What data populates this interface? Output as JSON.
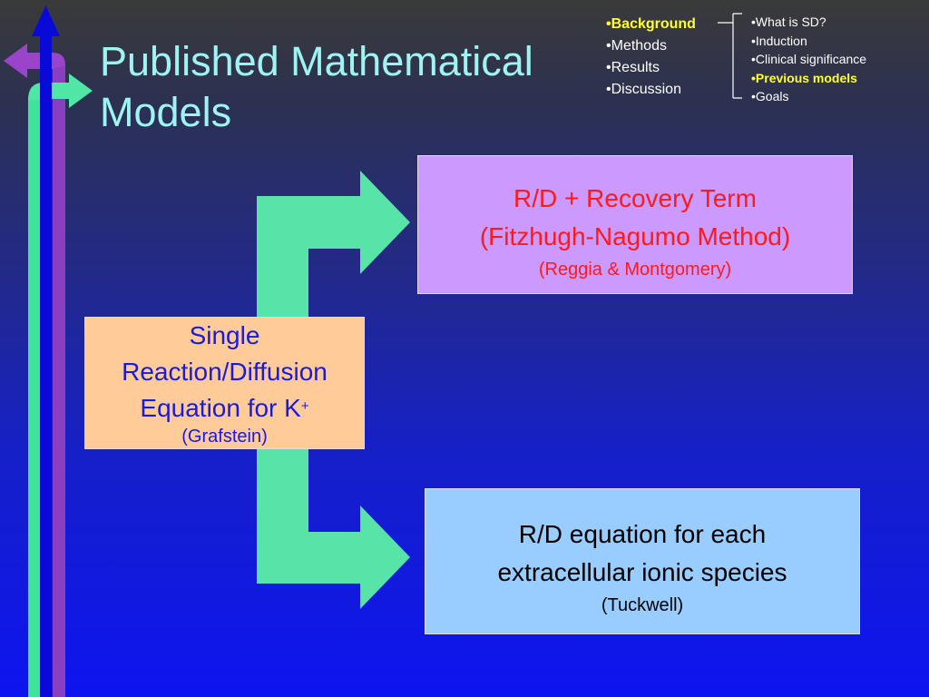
{
  "title": "Published Mathematical Models",
  "nav": {
    "sections": [
      "Background",
      "Methods",
      "Results",
      "Discussion"
    ],
    "active_section": "Background",
    "subsections": [
      "What is SD?",
      "Induction",
      "Clinical significance",
      "Previous models",
      "Goals"
    ],
    "active_subsection": "Previous models"
  },
  "source_model": {
    "line1": "Single",
    "line2": "Reaction/Diffusion",
    "line3": "Equation for K",
    "superscript": "+",
    "citation": "(Grafstein)"
  },
  "model_top": {
    "line1": "R/D + Recovery Term",
    "line2": "(Fitzhugh-Nagumo Method)",
    "citation": "(Reggia & Montgomery)"
  },
  "model_bottom": {
    "line1": "R/D equation for each",
    "line2": "extracellular ionic species",
    "citation": "(Tuckwell)"
  },
  "colors": {
    "title": "#9ff3f3",
    "active_nav": "#ffff33",
    "arrow": "#58e3a8",
    "box_top": "#cc99ff",
    "box_bottom": "#99ccff",
    "box_left": "#ffcc99"
  }
}
